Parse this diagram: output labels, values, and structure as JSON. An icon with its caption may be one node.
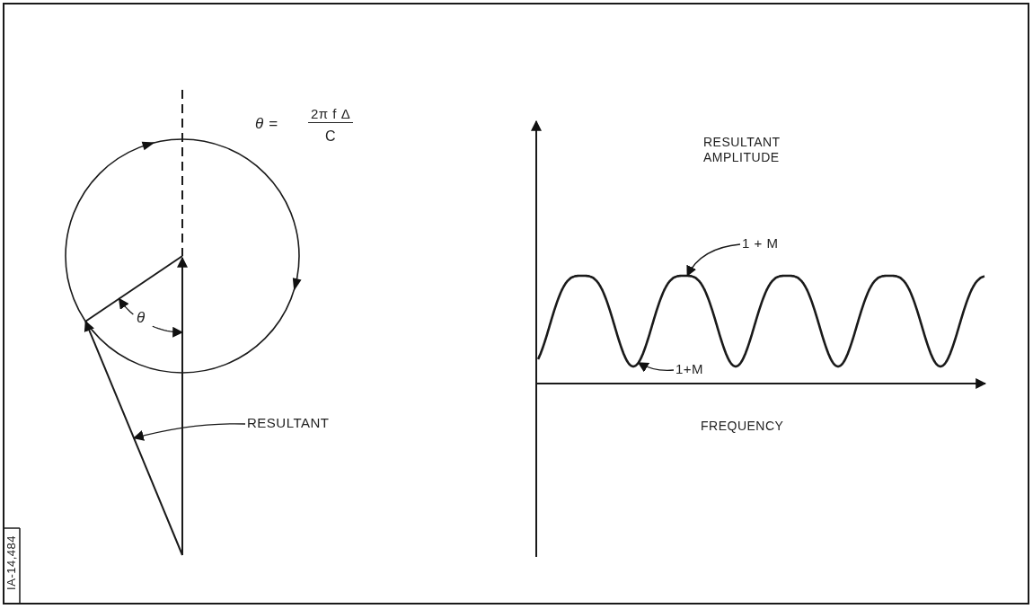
{
  "diagram": {
    "nodes": [
      {
        "text": [
          "RESULTANT"
        ]
      },
      {
        "text": [
          "1 + M"
        ]
      },
      {
        "text": [
          "1+M"
        ]
      },
      {
        "text": [],
        "shape": "arrow"
      },
      {
        "text": [],
        "shape": "curve"
      }
    ],
    "edges": [
      {
        "from": 0,
        "to": 3,
        "arrow": "to"
      },
      {
        "from": 1,
        "to": 4,
        "arrow": "to"
      },
      {
        "from": 2,
        "to": 4,
        "arrow": "to"
      }
    ],
    "labels": [
      "θ =",
      "2π f Δ",
      "C",
      "θ",
      "RESULTANT AMPLITUDE",
      "FREQUENCY",
      "IA-14,484"
    ]
  }
}
